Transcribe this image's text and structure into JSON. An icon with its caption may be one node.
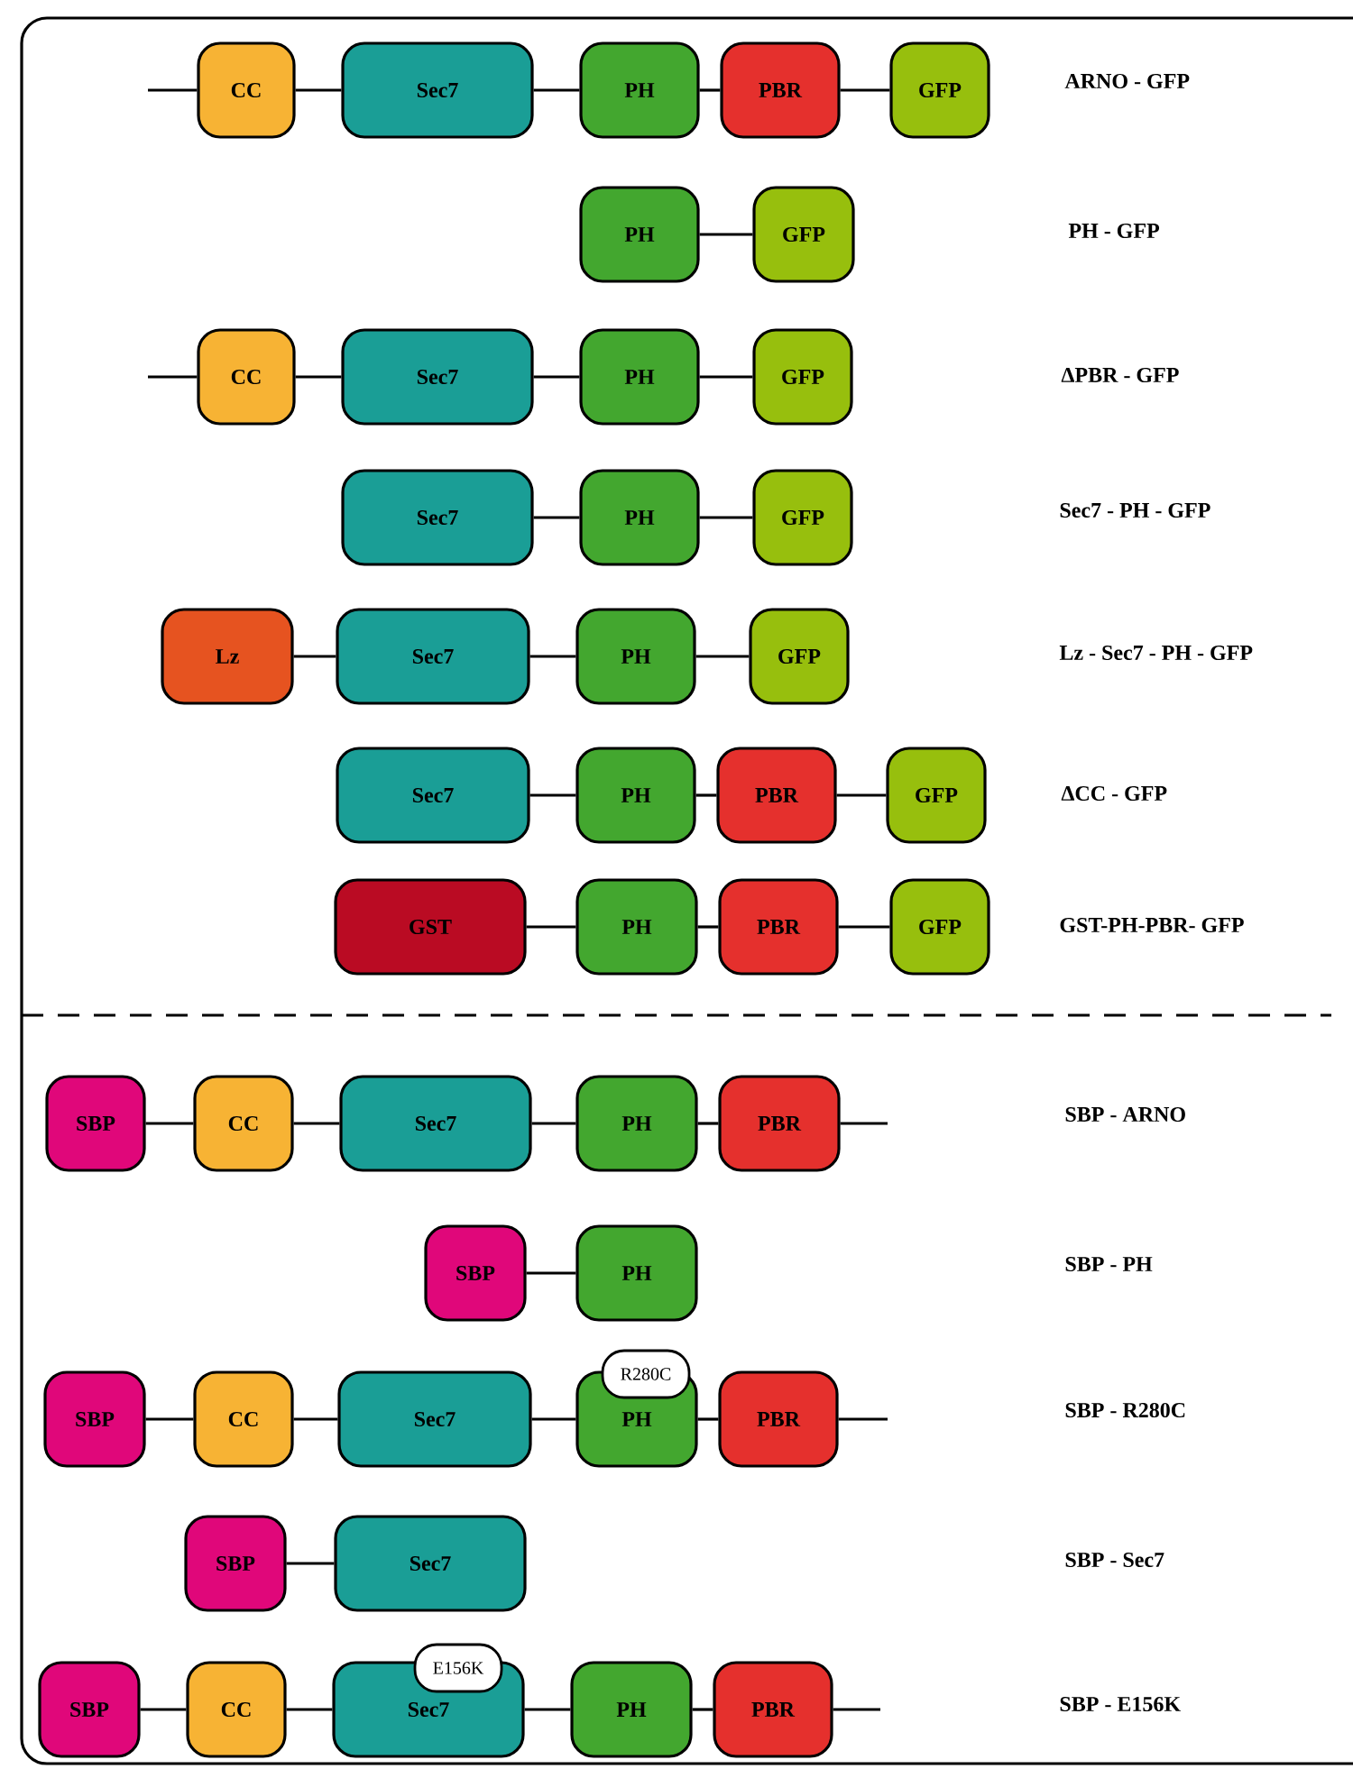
{
  "diagram": {
    "nodes": [
      {
        "text": [
          "CC"
        ]
      },
      {
        "text": [
          "Sec7"
        ]
      },
      {
        "text": [
          "PH"
        ]
      },
      {
        "text": [
          "PBR"
        ]
      },
      {
        "text": [
          "GFP"
        ]
      },
      {
        "text": [
          "PH"
        ]
      },
      {
        "text": [
          "GFP"
        ]
      },
      {
        "text": [
          "CC"
        ]
      },
      {
        "text": [
          "Sec7"
        ]
      },
      {
        "text": [
          "PH"
        ]
      },
      {
        "text": [
          "GFP"
        ]
      },
      {
        "text": [
          "Sec7"
        ]
      },
      {
        "text": [
          "PH"
        ]
      },
      {
        "text": [
          "GFP"
        ]
      },
      {
        "text": [
          "Lz"
        ]
      },
      {
        "text": [
          "Sec7"
        ]
      },
      {
        "text": [
          "PH"
        ]
      },
      {
        "text": [
          "GFP"
        ]
      },
      {
        "text": [
          "Sec7"
        ]
      },
      {
        "text": [
          "PH"
        ]
      },
      {
        "text": [
          "PBR"
        ]
      },
      {
        "text": [
          "GFP"
        ]
      },
      {
        "text": [
          "GST"
        ]
      },
      {
        "text": [
          "PH"
        ]
      },
      {
        "text": [
          "PBR"
        ]
      },
      {
        "text": [
          "GFP"
        ]
      },
      {
        "text": [
          "SBP"
        ]
      },
      {
        "text": [
          "CC"
        ]
      },
      {
        "text": [
          "Sec7"
        ]
      },
      {
        "text": [
          "PH"
        ]
      },
      {
        "text": [
          "PBR"
        ]
      },
      {
        "text": [
          "SBP"
        ]
      },
      {
        "text": [
          "PH"
        ]
      },
      {
        "text": [
          "SBP"
        ]
      },
      {
        "text": [
          "CC"
        ]
      },
      {
        "text": [
          "Sec7"
        ]
      },
      {
        "text": [
          "R280C"
        ]
      },
      {
        "text": [
          "PH"
        ]
      },
      {
        "text": [
          "PBR"
        ]
      },
      {
        "text": [
          "SBP"
        ]
      },
      {
        "text": [
          "Sec7"
        ]
      },
      {
        "text": [
          "SBP"
        ]
      },
      {
        "text": [
          "CC"
        ]
      },
      {
        "text": [
          "E156K"
        ]
      },
      {
        "text": [
          "Sec7"
        ]
      },
      {
        "text": [
          "PH"
        ]
      },
      {
        "text": [
          "PBR"
        ]
      }
    ],
    "edges": [
      {
        "from": null,
        "to": 0,
        "arrow": "none"
      },
      {
        "from": 0,
        "to": 1,
        "arrow": "none"
      },
      {
        "from": 1,
        "to": 2,
        "arrow": "none"
      },
      {
        "from": 2,
        "to": 3,
        "arrow": "none"
      },
      {
        "from": 3,
        "to": 4,
        "arrow": "none"
      },
      {
        "from": 5,
        "to": 6,
        "arrow": "none"
      },
      {
        "from": null,
        "to": 7,
        "arrow": "none"
      },
      {
        "from": 7,
        "to": 8,
        "arrow": "none"
      },
      {
        "from": 8,
        "to": 9,
        "arrow": "none"
      },
      {
        "from": 9,
        "to": 10,
        "arrow": "none"
      },
      {
        "from": 11,
        "to": 12,
        "arrow": "none"
      },
      {
        "from": 12,
        "to": 13,
        "arrow": "none"
      },
      {
        "from": 14,
        "to": 15,
        "arrow": "none"
      },
      {
        "from": 15,
        "to": 16,
        "arrow": "none"
      },
      {
        "from": 16,
        "to": 17,
        "arrow": "none"
      },
      {
        "from": 18,
        "to": 19,
        "arrow": "none"
      },
      {
        "from": 19,
        "to": 20,
        "arrow": "none"
      },
      {
        "from": 20,
        "to": 21,
        "arrow": "none"
      },
      {
        "from": 22,
        "to": 23,
        "arrow": "none"
      },
      {
        "from": 23,
        "to": 24,
        "arrow": "none"
      },
      {
        "from": 24,
        "to": 25,
        "arrow": "none"
      },
      {
        "from": 26,
        "to": 27,
        "arrow": "none"
      },
      {
        "from": 27,
        "to": 28,
        "arrow": "none"
      },
      {
        "from": 28,
        "to": 29,
        "arrow": "none"
      },
      {
        "from": 29,
        "to": 30,
        "arrow": "none"
      },
      {
        "from": 30,
        "to": null,
        "arrow": "none"
      },
      {
        "from": 31,
        "to": 32,
        "arrow": "none"
      },
      {
        "from": 33,
        "to": 34,
        "arrow": "none"
      },
      {
        "from": 34,
        "to": 35,
        "arrow": "none"
      },
      {
        "from": 35,
        "to": 37,
        "arrow": "none"
      },
      {
        "from": 37,
        "to": 38,
        "arrow": "none"
      },
      {
        "from": 38,
        "to": null,
        "arrow": "none"
      },
      {
        "from": 39,
        "to": 40,
        "arrow": "none"
      },
      {
        "from": 41,
        "to": 42,
        "arrow": "none"
      },
      {
        "from": 42,
        "to": 44,
        "arrow": "none"
      },
      {
        "from": 44,
        "to": 45,
        "arrow": "none"
      },
      {
        "from": 45,
        "to": 46,
        "arrow": "none"
      },
      {
        "from": 46,
        "to": null,
        "arrow": "none"
      }
    ],
    "labels": [
      "ARNO - GFP",
      "PH - GFP",
      "ΔPBR - GFP",
      "Sec7 - PH - GFP",
      "Lz - Sec7 - PH - GFP",
      "ΔCC - GFP",
      "GST-PH-PBR- GFP",
      "SBP - ARNO",
      "SBP - PH",
      "SBP - R280C",
      "SBP - Sec7",
      "SBP - E156K"
    ]
  }
}
